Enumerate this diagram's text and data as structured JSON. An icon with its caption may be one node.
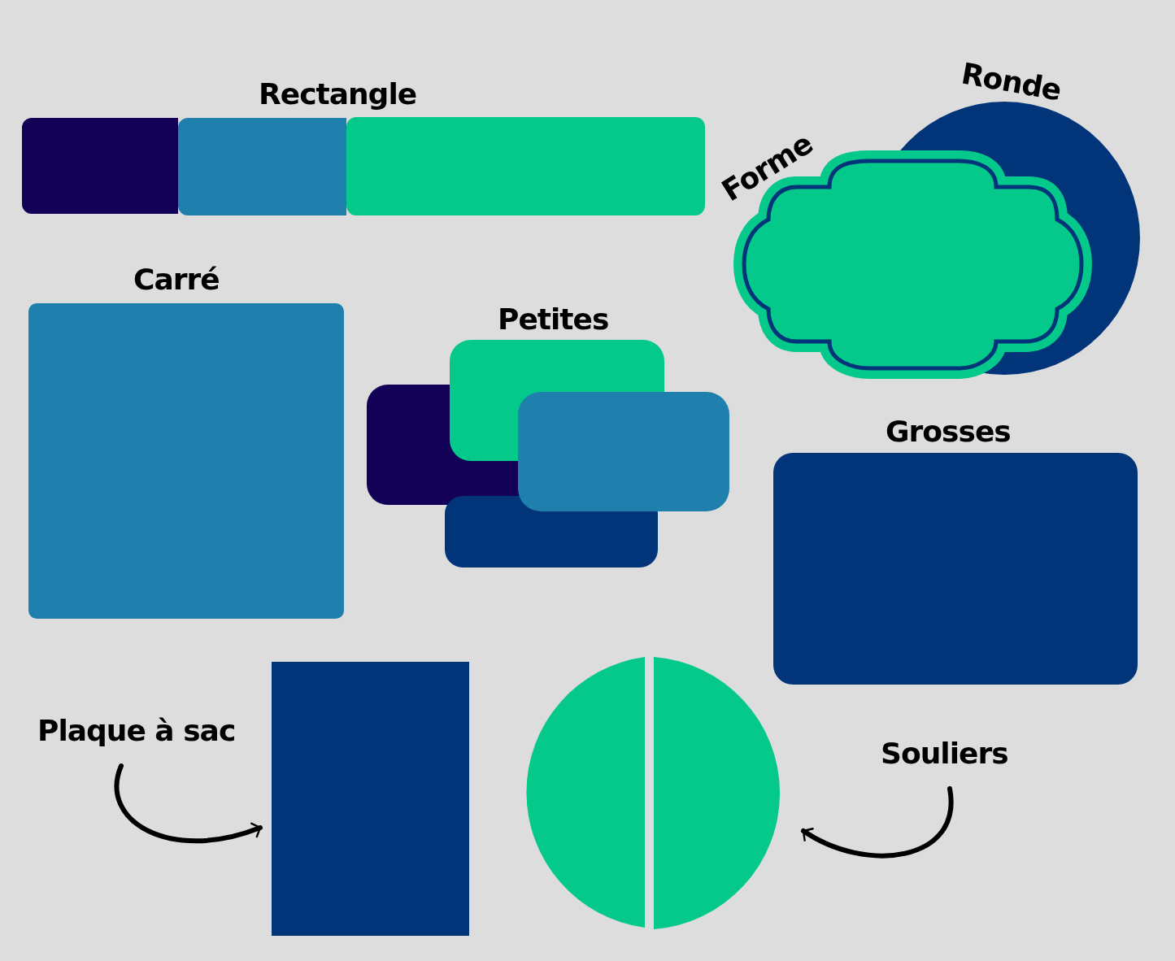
{
  "diagram": {
    "nodes": [
      {
        "text": [],
        "shape": "bar"
      },
      {
        "text": [],
        "shape": "bar"
      },
      {
        "text": [],
        "shape": "bar"
      },
      {
        "text": [],
        "shape": "circle"
      },
      {
        "text": [],
        "shape": "cloud"
      },
      {
        "text": [],
        "shape": "box"
      },
      {
        "text": [],
        "shape": "box"
      },
      {
        "text": [],
        "shape": "box"
      },
      {
        "text": [],
        "shape": "box"
      },
      {
        "text": [],
        "shape": "box"
      },
      {
        "text": [],
        "shape": "box"
      },
      {
        "text": [
          "Plaque à sac"
        ]
      },
      {
        "text": [],
        "shape": "box"
      },
      {
        "text": [],
        "shape": "circle"
      },
      {
        "text": [
          "Souliers"
        ]
      }
    ],
    "edges": [
      {
        "from": 11,
        "to": 12,
        "arrow": "to"
      },
      {
        "from": 14,
        "to": 13,
        "arrow": "to"
      }
    ],
    "labels": [
      "Rectangle",
      "Ronde",
      "Forme",
      "Carré",
      "Petites",
      "Grosses"
    ]
  }
}
